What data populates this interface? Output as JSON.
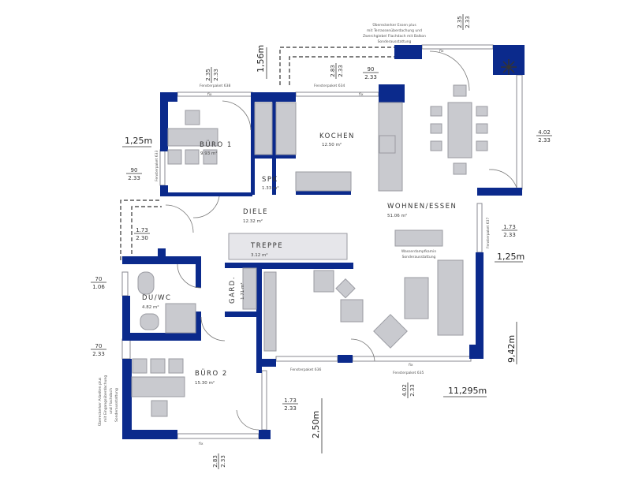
{
  "rooms": {
    "kochen": {
      "name": "KOCHEN",
      "area": "12.50 m²"
    },
    "buero1": {
      "name": "BÜRO 1",
      "area": "9.93 m²"
    },
    "spk": {
      "name": "SPK",
      "area": "1.33 m²"
    },
    "diele": {
      "name": "DIELE",
      "area": "12.32 m²"
    },
    "wohnen": {
      "name": "WOHNEN/ESSEN",
      "area": "51.06 m²"
    },
    "treppe": {
      "name": "TREPPE",
      "area": "3.12 m²"
    },
    "duwc": {
      "name": "DU/WC",
      "area": "4.82 m²"
    },
    "gard": {
      "name": "GARD.",
      "area": "1.71 m²"
    },
    "buero2": {
      "name": "BÜRO 2",
      "area": "15.30 m²"
    }
  },
  "notes": {
    "erker_top": [
      "Übereckerker Essen plus",
      "mit Terrassenüberdachung und",
      "Zwerchgiebel Flachdach mit Balkon",
      "Sonderausstattung"
    ],
    "erker_left": [
      "Übereckerker Arbeiten plus",
      "mit Eingangsüberdachung",
      "und Flachdach",
      "Sonderausstattung"
    ],
    "fireplace": [
      "Wasserdampfkamin",
      "Sonderausstattung"
    ]
  },
  "windows": {
    "p638": "Fensterpaket 638",
    "p634": "Fensterpaket 634",
    "p633": "Fensterpaket 633",
    "p637": "Fensterpaket 637",
    "p636": "Fensterpaket 636",
    "p635": "Fensterpaket 635",
    "fix": "fix"
  },
  "dimensions": {
    "d1": {
      "top": "2.35",
      "bottom": "2.33"
    },
    "d2": {
      "top": "2.35",
      "bottom": "2.33"
    },
    "d3": {
      "top": "2.83",
      "bottom": "2.33"
    },
    "d4": {
      "top": "90",
      "bottom": "2.33"
    },
    "d5": {
      "top": "4.02",
      "bottom": "2.33"
    },
    "d6": {
      "top": "90",
      "bottom": "2.33"
    },
    "d7": {
      "top": "1.73",
      "bottom": "2.30"
    },
    "d8": {
      "top": "1.73",
      "bottom": "2.33"
    },
    "d9": {
      "top": "70",
      "bottom": "1.06"
    },
    "d10": {
      "top": "70",
      "bottom": "2.33"
    },
    "d11": {
      "top": "1.73",
      "bottom": "2.33"
    },
    "d12": {
      "top": "4.02",
      "bottom": "2.33"
    },
    "d13": {
      "top": "2.83",
      "bottom": "2.33"
    }
  },
  "measurements": {
    "m_156": "1,56m",
    "m_125_left": "1,25m",
    "m_125_right": "1,25m",
    "m_942": "9,42m",
    "m_11295": "11,295m",
    "m_250": "2,50m"
  },
  "colors": {
    "wall": "#0b2a8c",
    "furniture": "#c9cacf"
  }
}
